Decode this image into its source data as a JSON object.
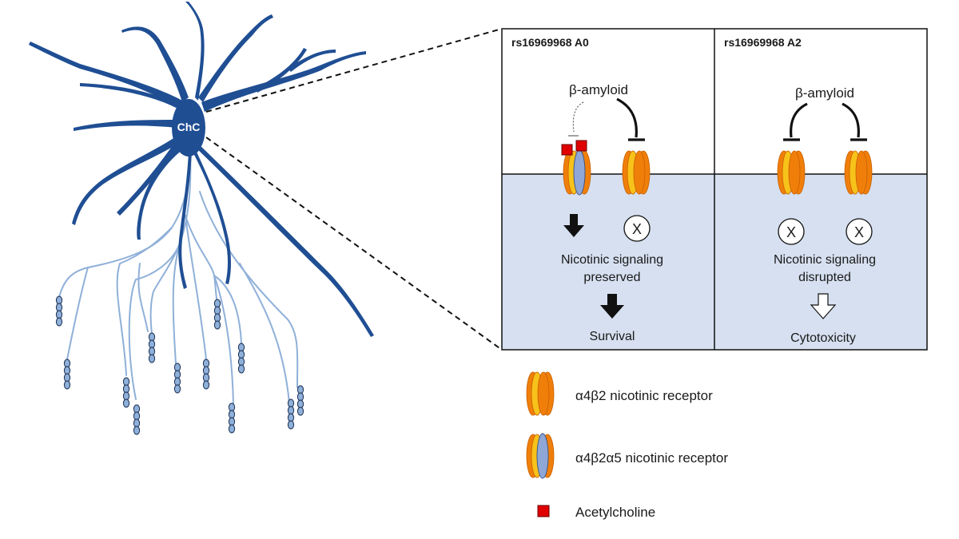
{
  "neuron": {
    "label": "ChC",
    "color": "#1f4e93",
    "axon_color": "#8fb0d8"
  },
  "panels": {
    "a0": {
      "title": "rs16969968 A0",
      "amyloid": "β-amyloid",
      "receptor_blocked_mark": "X",
      "signal_line1": "Nicotinic signaling",
      "signal_line2": "preserved",
      "outcome": "Survival"
    },
    "a2": {
      "title": "rs16969968 A2",
      "amyloid": "β-amyloid",
      "receptor_blocked_mark": "X",
      "signal_line1": "Nicotinic signaling",
      "signal_line2": "disrupted",
      "outcome": "Cytotoxicity"
    }
  },
  "legend": {
    "a4b2": "α4β2 nicotinic receptor",
    "a4b2a5": "α4β2α5 nicotinic receptor",
    "ach": "Acetylcholine"
  },
  "colors": {
    "intracellular": "#d6e0f0",
    "receptor_orange": "#f07f0a",
    "receptor_yellow": "#f7c21a",
    "alpha5": "#8fa7d6",
    "acetylcholine": "#e00000"
  }
}
